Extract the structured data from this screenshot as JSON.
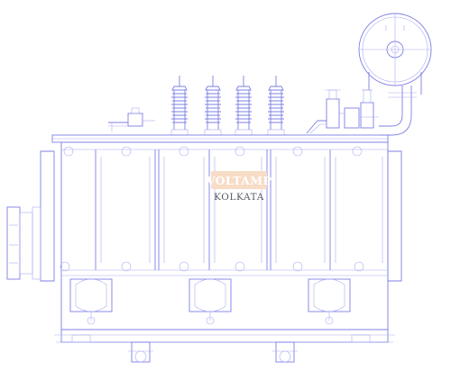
{
  "logo": {
    "brand": "VOLTAMP",
    "city": "KOLKATA"
  },
  "colors": {
    "line": "#7d7fe6",
    "line_light": "#a9abf1",
    "logo_fill": "#f7dcc6",
    "logo_text": "#ffffff",
    "city_text": "#555a66"
  },
  "components": {
    "bushings": 4,
    "valve_groups": 2,
    "bottom_bays": 3,
    "wheels": 2
  }
}
